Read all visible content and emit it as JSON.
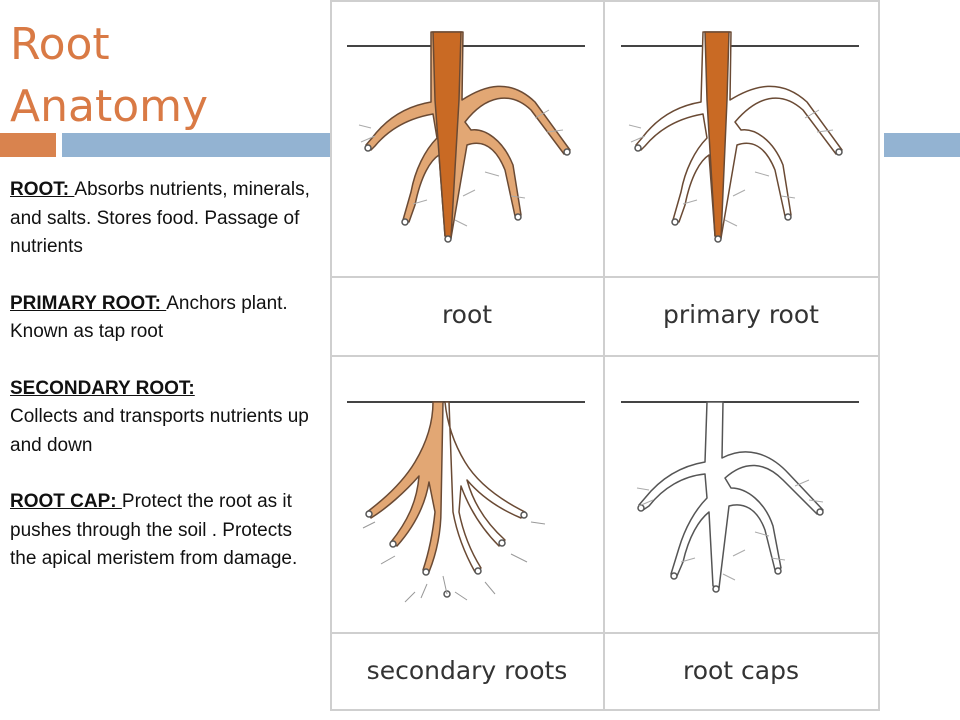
{
  "slide": {
    "title_line1": "Root",
    "title_line2": "Anatomy",
    "definitions": [
      {
        "term": "ROOT: ",
        "text": "Absorbs nutrients, minerals, and salts. Stores food. Passage of nutrients"
      },
      {
        "term": "PRIMARY ROOT: ",
        "text": "Anchors plant. Known as tap root"
      },
      {
        "term": "SECONDARY ROOT:",
        "text": "Collects and transports nutrients up and down"
      },
      {
        "term": "ROOT CAP: ",
        "text": "Protect the root as it pushes through the soil . Protects the apical meristem from damage."
      }
    ]
  },
  "cards": {
    "root": "root",
    "primary_root": "primary root",
    "secondary_roots": "secondary roots",
    "root_caps": "root caps"
  },
  "colors": {
    "title": "#d97a45",
    "accent_orange": "#d9834e",
    "accent_blue": "#93b3d2",
    "root_fill": "#e2a774",
    "tap_root_fill": "#c96a24",
    "root_outline": "#6a4a34",
    "card_border": "#cfcfcf"
  }
}
